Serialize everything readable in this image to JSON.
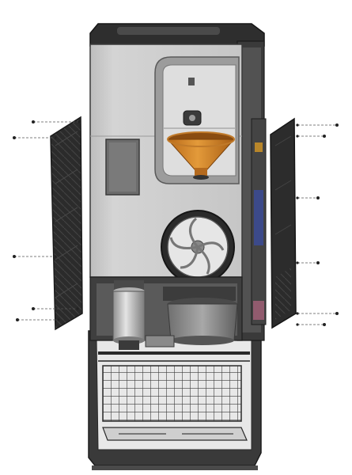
{
  "drawing": {
    "subject": "exploded-view-vending-machine",
    "parts": [
      {
        "id": "machine-cabinet"
      },
      {
        "id": "left-side-panel"
      },
      {
        "id": "right-side-panel"
      },
      {
        "id": "dispensing-bay"
      },
      {
        "id": "orange-funnel"
      },
      {
        "id": "display-window"
      },
      {
        "id": "round-grinder-fan"
      },
      {
        "id": "cylindrical-canister"
      },
      {
        "id": "waste-bucket"
      },
      {
        "id": "base-cabinet-frame"
      },
      {
        "id": "fastener-screws"
      }
    ],
    "colors": {
      "cabinet_gray": "#cfcfcf",
      "panel_black": "#2a2a2a",
      "funnel_orange": "#d68a2a",
      "frame_dark": "#3a3a3a",
      "background": "#ffffff"
    }
  }
}
